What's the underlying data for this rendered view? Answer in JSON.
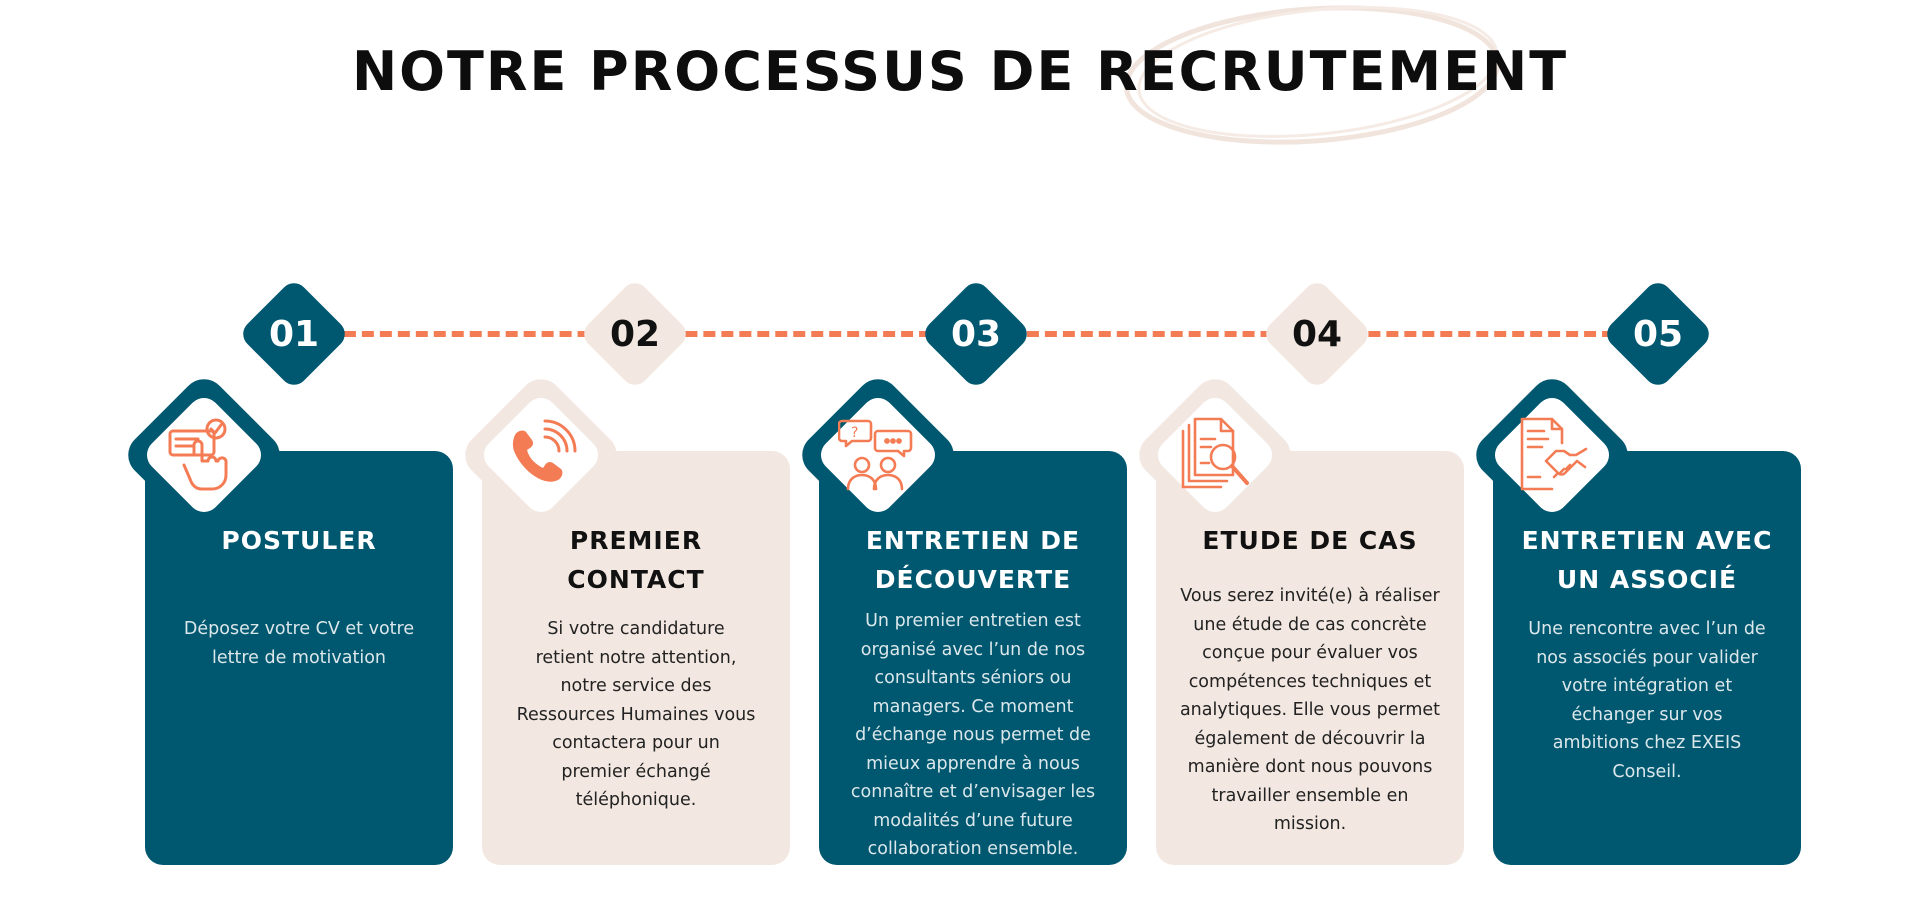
{
  "title": "NOTRE PROCESSUS DE RECRUTEMENT",
  "colors": {
    "dark": "#005870",
    "light": "#f3e8e1",
    "accent": "#f47c55",
    "ellipse": "#f1e4dc"
  },
  "steps": [
    {
      "number": "01",
      "title": "POSTULER",
      "text": "Déposez votre CV et votre lettre de motivation",
      "icon": "application-form-hand-icon",
      "theme": "dark"
    },
    {
      "number": "02",
      "title": "PREMIER\nCONTACT",
      "text": "Si votre candidature retient notre attention, notre service des Ressources Humaines vous contactera pour un premier échangé téléphonique.",
      "icon": "phone-call-icon",
      "theme": "light"
    },
    {
      "number": "03",
      "title": "ENTRETIEN DE\nDÉCOUVERTE",
      "text": "Un premier entretien est organisé avec l’un de nos consultants séniors ou managers. Ce moment d’échange nous permet de mieux apprendre à nous connaître et d’envisager les modalités d’une future collaboration ensemble.",
      "icon": "conversation-people-icon",
      "theme": "dark"
    },
    {
      "number": "04",
      "title": "ÉTUDE DE CAS",
      "text": "Vous serez invité(e) à réaliser une étude de cas concrète conçue pour évaluer vos compétences techniques et analytiques. Elle vous permet également de découvrir la manière dont nous pouvons travailler ensemble en mission.",
      "icon": "document-magnifier-icon",
      "theme": "light"
    },
    {
      "number": "05",
      "title": "ENTRETIEN AVEC\nUN ASSOCIÉ",
      "text": "Une rencontre avec l’un de nos associés pour valider votre intégration et échanger sur vos ambitions chez EXEIS Conseil.",
      "icon": "contract-handshake-icon",
      "theme": "dark"
    }
  ]
}
